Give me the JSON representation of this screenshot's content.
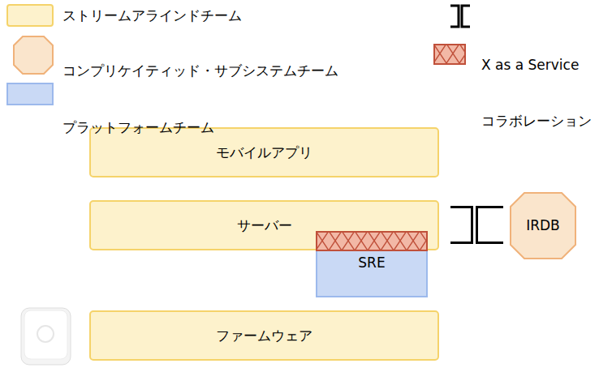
{
  "diagram": {
    "nodes": [
      {
        "text": [
          "モバイルアプリ"
        ]
      },
      {
        "text": [
          "サーバー"
        ]
      },
      {
        "text": [
          "SRE"
        ]
      },
      {
        "text": [
          "IRDB"
        ]
      },
      {
        "text": [
          "ファームウェア"
        ]
      }
    ],
    "edges": [
      {
        "from": 1,
        "to": 3,
        "arrow": "none"
      }
    ],
    "legend": [
      {
        "text": "ストリームアラインドチーム",
        "color": "#fdf2cc"
      },
      {
        "text": "コンプリケイティッド・サブシステムチーム",
        "color": "#fae5cc"
      },
      {
        "text": "プラットフォームチーム",
        "color": "#c9d9f5"
      },
      {
        "text": "X as a Service"
      },
      {
        "text": "コラボレーション"
      }
    ]
  }
}
